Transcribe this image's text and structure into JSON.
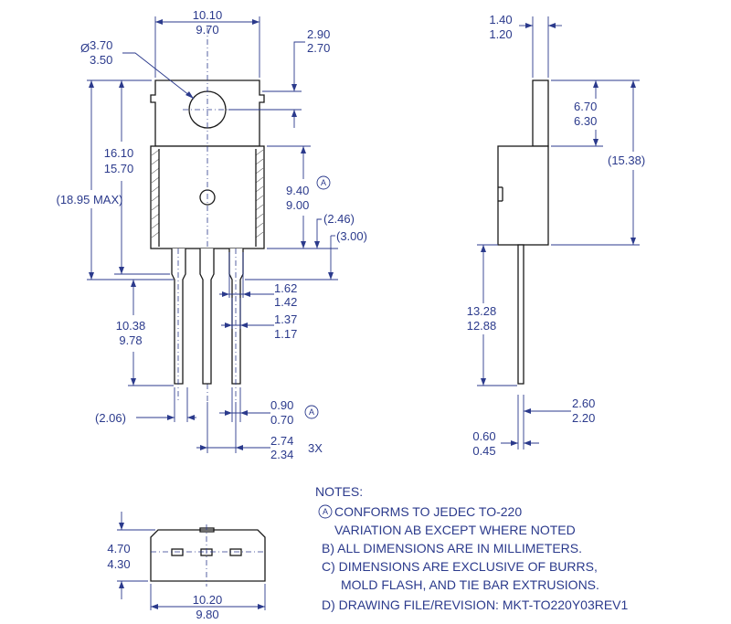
{
  "front_view": {
    "body_width": [
      "10.10",
      "9.70"
    ],
    "hole_diameter": [
      "3.70",
      "3.50"
    ],
    "tab_to_hole": [
      "2.90",
      "2.70"
    ],
    "body_height": [
      "16.10",
      "15.70"
    ],
    "overall_height": "(18.95 MAX)",
    "mold_height": [
      "9.40",
      "9.00"
    ],
    "ref_246": "(2.46)",
    "ref_300": "(3.00)",
    "lead_shoulder_width": [
      "1.62",
      "1.42"
    ],
    "lead_width_upper": [
      "1.37",
      "1.17"
    ],
    "lead_length": [
      "10.38",
      "9.78"
    ],
    "ref_206": "(2.06)",
    "lead_width": [
      "0.90",
      "0.70"
    ],
    "pitch": [
      "2.74",
      "2.34"
    ],
    "pitch_count": "3X"
  },
  "side_view": {
    "tab_thickness": [
      "1.40",
      "1.20"
    ],
    "tab_height": [
      "6.70",
      "6.30"
    ],
    "ref_1538": "(15.38)",
    "lead_length": [
      "13.28",
      "12.88"
    ],
    "body_thickness": [
      "2.60",
      "2.20"
    ],
    "lead_thickness": [
      "0.60",
      "0.45"
    ]
  },
  "bottom_view": {
    "height": [
      "4.70",
      "4.30"
    ],
    "width": [
      "10.20",
      "9.80"
    ]
  },
  "notes": {
    "title": "NOTES:",
    "a_marker": "A",
    "a_line1": "CONFORMS TO JEDEC TO-220",
    "a_line2": "VARIATION AB EXCEPT WHERE NOTED",
    "b": "B) ALL DIMENSIONS ARE IN MILLIMETERS.",
    "c_line1": "C) DIMENSIONS ARE EXCLUSIVE OF BURRS,",
    "c_line2": "MOLD FLASH, AND TIE BAR EXTRUSIONS.",
    "d": "D) DRAWING FILE/REVISION: MKT-TO220Y03REV1"
  },
  "colors": {
    "dimension": "#2b3a8c",
    "outline": "#1a1a1a"
  }
}
